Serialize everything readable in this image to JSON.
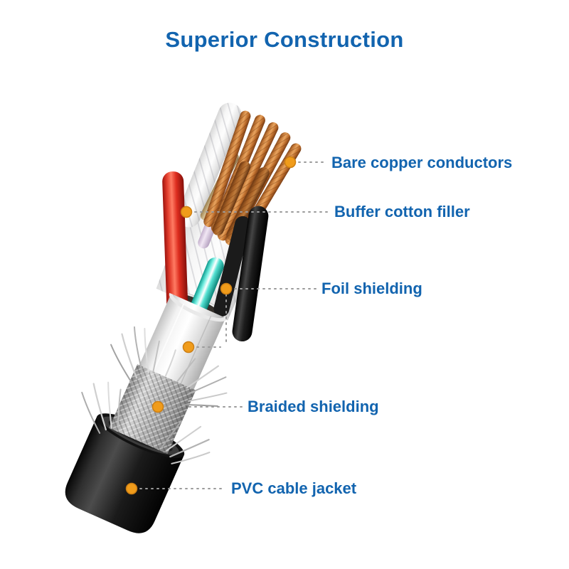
{
  "title": "Superior Construction",
  "callouts": [
    {
      "label": "Bare copper conductors"
    },
    {
      "label": "Buffer cotton filler"
    },
    {
      "label": "Foil shielding"
    },
    {
      "label": "Braided shielding"
    },
    {
      "label": "PVC cable jacket"
    }
  ],
  "colors": {
    "accent": "#1264af",
    "dot": "#f09c1b",
    "dot_ring": "#cd7f13",
    "leader": "#9b9b9b"
  }
}
